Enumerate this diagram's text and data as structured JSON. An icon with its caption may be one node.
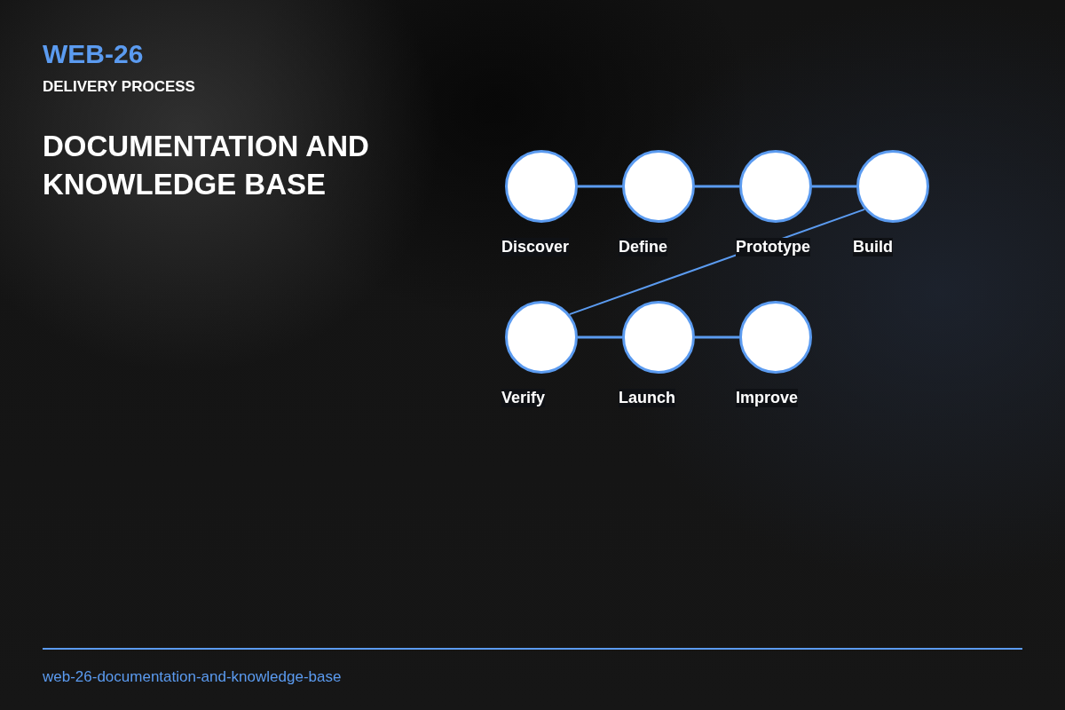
{
  "diagram": {
    "title": "DOCUMENTATION AND KNOWLEDGE BASE",
    "caption": "web-26-documentation-and-knowledge-base",
    "nodes": [
      {
        "text": [
          "Discover"
        ]
      },
      {
        "text": [
          "Define"
        ]
      },
      {
        "text": [
          "Prototype"
        ]
      },
      {
        "text": [
          "Build"
        ]
      },
      {
        "text": [
          "Verify"
        ]
      },
      {
        "text": [
          "Launch"
        ]
      },
      {
        "text": [
          "Improve"
        ]
      }
    ],
    "edges": [
      {
        "from": 0,
        "to": 1,
        "arrow": "none"
      },
      {
        "from": 1,
        "to": 2,
        "arrow": "none"
      },
      {
        "from": 2,
        "to": 3,
        "arrow": "none"
      },
      {
        "from": 3,
        "to": 4,
        "arrow": "none"
      },
      {
        "from": 4,
        "to": 5,
        "arrow": "none"
      },
      {
        "from": 5,
        "to": 6,
        "arrow": "none"
      }
    ],
    "labels": [
      "WEB-26",
      "DELIVERY PROCESS"
    ]
  }
}
